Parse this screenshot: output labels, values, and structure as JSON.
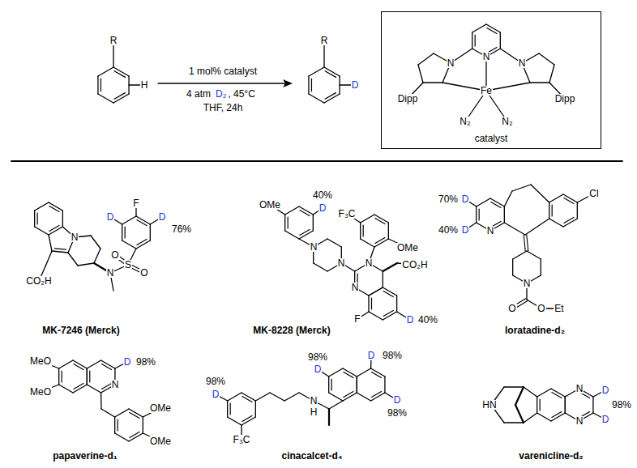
{
  "diagram": {
    "nodes": [
      {
        "text": [
          "catalyst"
        ]
      }
    ],
    "labels": [
      "R",
      "H",
      "1 mol% catalyst",
      "4 atm",
      "D₂",
      ", 45°C",
      "THF, 24h",
      "R",
      "D",
      "N",
      "N",
      "N",
      "Fe",
      "Dipp",
      "Dipp",
      "N₂",
      "N₂",
      "D",
      "F",
      "D",
      "76%",
      "O",
      "S",
      "O",
      "N",
      "N",
      "CO₂H",
      "MK-7246 (Merck)",
      "OMe",
      "D",
      "40%",
      "N",
      "N",
      "N",
      "N",
      "F₃C",
      "OMe",
      "CO₂H",
      "F",
      "D",
      "40%",
      "MK-8228 (Merck)",
      "D",
      "70%",
      "D",
      "40%",
      "N",
      "Cl",
      "N",
      "O",
      "O",
      "Et",
      "loratadine-d₂",
      "MeO",
      "MeO",
      "N",
      "D",
      "98%",
      "OMe",
      "OMe",
      "papaverine-d₁",
      "D",
      "98%",
      "F₃C",
      "N",
      "H",
      "D",
      "98%",
      "D",
      "98%",
      "D",
      "98%",
      "cinacalcet-d₄",
      "HN",
      "N",
      "N",
      "D",
      "D",
      "98%",
      "varenicline-d₂"
    ]
  }
}
